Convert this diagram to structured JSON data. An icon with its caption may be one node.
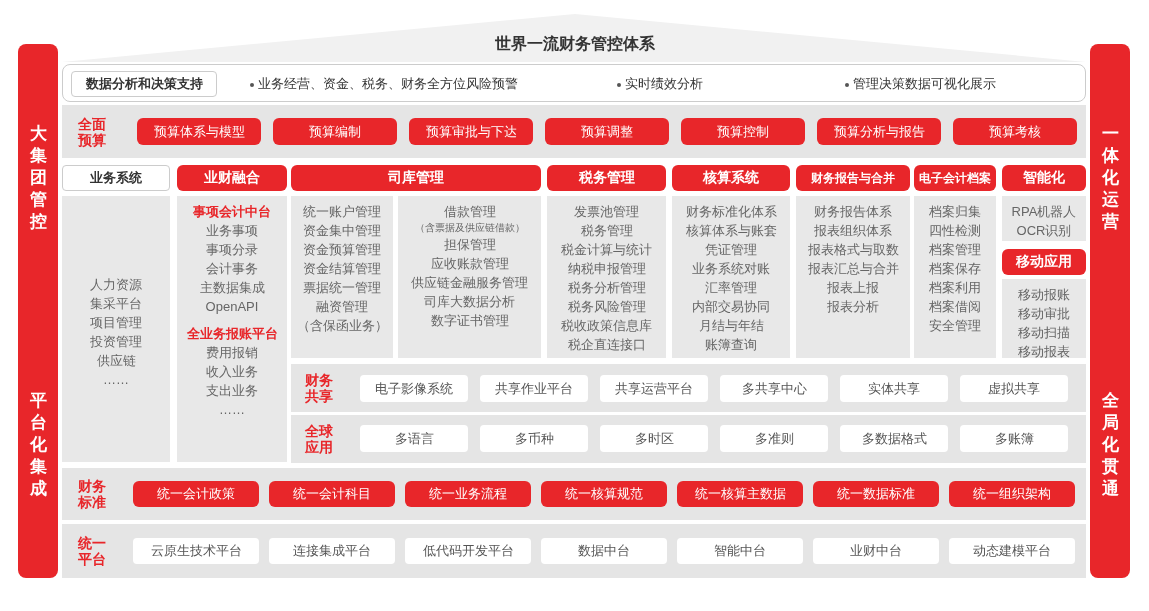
{
  "diagram": {
    "title": "世界一流财务管控体系",
    "nodes": [
      {
        "text": [
          "大集团管控",
          "平台化集成"
        ]
      },
      {
        "text": [
          "一体化运营",
          "全局化贯通"
        ]
      },
      {
        "text": [],
        "shape": "box"
      },
      {
        "text": [
          "数据分析和决策支持"
        ],
        "in": 2
      },
      {
        "text": [
          "全面预算"
        ]
      },
      {
        "text": [
          "预算体系与模型"
        ],
        "in": 4
      },
      {
        "text": [
          "预算编制"
        ],
        "in": 4
      },
      {
        "text": [
          "预算审批与下达"
        ],
        "in": 4
      },
      {
        "text": [
          "预算调整"
        ],
        "in": 4
      },
      {
        "text": [
          "预算控制"
        ],
        "in": 4
      },
      {
        "text": [
          "预算分析与报告"
        ],
        "in": 4
      },
      {
        "text": [
          "预算考核"
        ],
        "in": 4
      },
      {
        "text": [
          "业务系统"
        ]
      },
      {
        "text": [
          "人力资源",
          "集采平台",
          "项目管理",
          "投资管理",
          "供应链",
          "……"
        ]
      },
      {
        "text": [
          "业财融合"
        ]
      },
      {
        "text": [
          "事项会计中台",
          "业务事项",
          "事项分录",
          "会计事务",
          "主数据集成",
          "OpenAPI",
          "全业务报账平台",
          "费用报销",
          "收入业务",
          "支出业务",
          "……"
        ]
      },
      {
        "text": [
          "司库管理"
        ]
      },
      {
        "text": [
          "统一账户管理",
          "资金集中管理",
          "资金预算管理",
          "资金结算管理",
          "票据统一管理",
          "融资管理",
          "（含保函业务）"
        ]
      },
      {
        "text": [
          "借款管理",
          "（含票据及供应链借款）",
          "担保管理",
          "应收账款管理",
          "供应链金融服务管理",
          "司库大数据分析",
          "数字证书管理"
        ]
      },
      {
        "text": [
          "税务管理"
        ]
      },
      {
        "text": [
          "发票池管理",
          "税务管理",
          "税金计算与统计",
          "纳税申报管理",
          "税务分析管理",
          "税务风险管理",
          "税收政策信息库",
          "税企直连接口"
        ]
      },
      {
        "text": [
          "核算系统"
        ]
      },
      {
        "text": [
          "财务标准化体系",
          "核算体系与账套",
          "凭证管理",
          "业务系统对账",
          "汇率管理",
          "内部交易协同",
          "月结与年结",
          "账簿查询"
        ]
      },
      {
        "text": [
          "财务报告与合并"
        ]
      },
      {
        "text": [
          "财务报告体系",
          "报表组织体系",
          "报表格式与取数",
          "报表汇总与合并",
          "报表上报",
          "报表分析"
        ]
      },
      {
        "text": [
          "电子会计档案"
        ]
      },
      {
        "text": [
          "档案归集",
          "四性检测",
          "档案管理",
          "档案保存",
          "档案利用",
          "档案借阅",
          "安全管理"
        ]
      },
      {
        "text": [
          "智能化"
        ]
      },
      {
        "text": [
          "RPA机器人",
          "OCR识别"
        ]
      },
      {
        "text": [
          "移动应用"
        ]
      },
      {
        "text": [
          "移动报账",
          "移动审批",
          "移动扫描",
          "移动报表"
        ]
      },
      {
        "text": [
          "财务共享"
        ]
      },
      {
        "text": [
          "电子影像系统"
        ],
        "in": 31
      },
      {
        "text": [
          "共享作业平台"
        ],
        "in": 31
      },
      {
        "text": [
          "共享运营平台"
        ],
        "in": 31
      },
      {
        "text": [
          "多共享中心"
        ],
        "in": 31
      },
      {
        "text": [
          "实体共享"
        ],
        "in": 31
      },
      {
        "text": [
          "虚拟共享"
        ],
        "in": 31
      },
      {
        "text": [
          "全球应用"
        ]
      },
      {
        "text": [
          "多语言"
        ],
        "in": 38
      },
      {
        "text": [
          "多币种"
        ],
        "in": 38
      },
      {
        "text": [
          "多时区"
        ],
        "in": 38
      },
      {
        "text": [
          "多准则"
        ],
        "in": 38
      },
      {
        "text": [
          "多数据格式"
        ],
        "in": 38
      },
      {
        "text": [
          "多账簿"
        ],
        "in": 38
      },
      {
        "text": [
          "财务标准"
        ]
      },
      {
        "text": [
          "统一会计政策"
        ],
        "in": 45
      },
      {
        "text": [
          "统一会计科目"
        ],
        "in": 45
      },
      {
        "text": [
          "统一业务流程"
        ],
        "in": 45
      },
      {
        "text": [
          "统一核算规范"
        ],
        "in": 45
      },
      {
        "text": [
          "统一核算主数据"
        ],
        "in": 45
      },
      {
        "text": [
          "统一数据标准"
        ],
        "in": 45
      },
      {
        "text": [
          "统一组织架构"
        ],
        "in": 45
      },
      {
        "text": [
          "统一平台"
        ]
      },
      {
        "text": [
          "云原生技术平台"
        ],
        "in": 53
      },
      {
        "text": [
          "连接集成平台"
        ],
        "in": 53
      },
      {
        "text": [
          "低代码开发平台"
        ],
        "in": 53
      },
      {
        "text": [
          "数据中台"
        ],
        "in": 53
      },
      {
        "text": [
          "智能中台"
        ],
        "in": 53
      },
      {
        "text": [
          "业财中台"
        ],
        "in": 53
      },
      {
        "text": [
          "动态建模平台"
        ],
        "in": 53
      }
    ],
    "labels": [
      "业务经营、资金、税务、财务全方位风险预警",
      "实时绩效分析",
      "管理决策数据可视化展示"
    ]
  }
}
